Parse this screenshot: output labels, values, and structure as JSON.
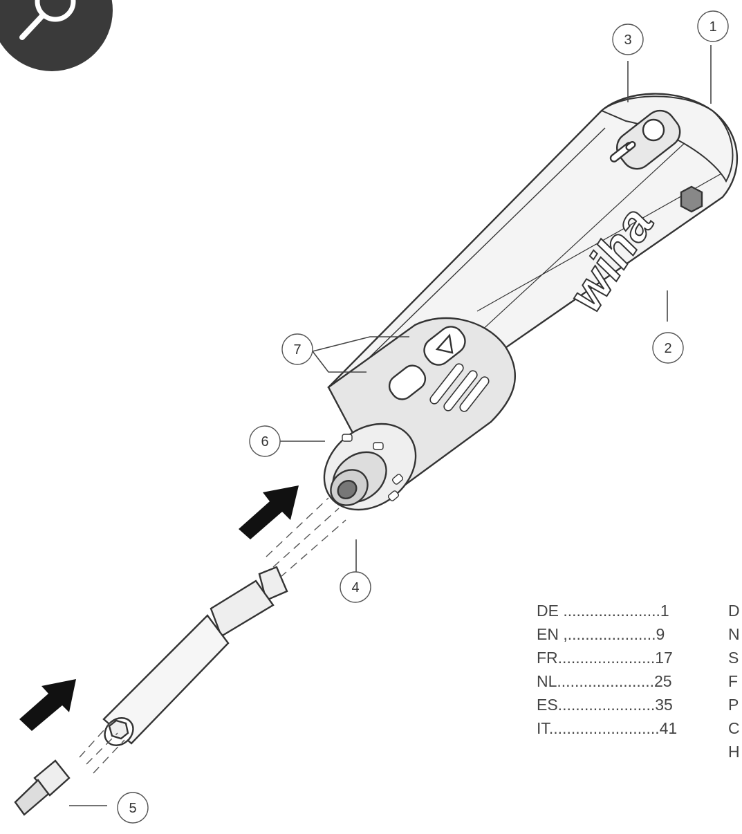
{
  "brand": "wiha",
  "callouts": [
    {
      "n": "1"
    },
    {
      "n": "2"
    },
    {
      "n": "3"
    },
    {
      "n": "4"
    },
    {
      "n": "5"
    },
    {
      "n": "6"
    },
    {
      "n": "7"
    }
  ],
  "index_left": [
    {
      "text": "DE ......................1"
    },
    {
      "text": "EN ,....................9"
    },
    {
      "text": "FR......................17"
    },
    {
      "text": "NL......................25"
    },
    {
      "text": "ES......................35"
    },
    {
      "text": "IT.........................41"
    }
  ],
  "index_right": [
    {
      "text": "D"
    },
    {
      "text": "N"
    },
    {
      "text": "S"
    },
    {
      "text": "F"
    },
    {
      "text": "P"
    },
    {
      "text": "C"
    },
    {
      "text": "H"
    }
  ],
  "colors": {
    "line": "#333333",
    "badge": "#3a3a3a",
    "handle": "#f4f4f4"
  },
  "icons": {
    "corner": "magnifier-icon"
  }
}
